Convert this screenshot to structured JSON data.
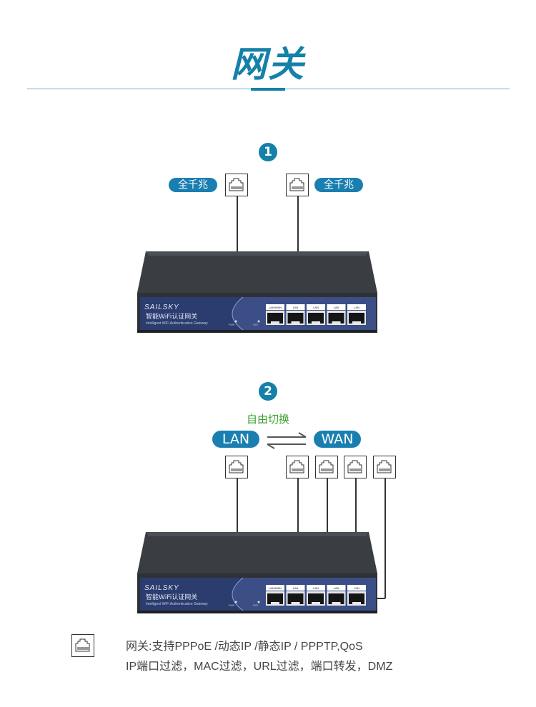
{
  "page_title": "网关",
  "section1": {
    "step": "1",
    "left_badge": "全千兆",
    "right_badge": "全千兆"
  },
  "section2": {
    "step": "2",
    "switch_label": "自由切换",
    "lan_badge": "LAN",
    "wan_badge": "WAN"
  },
  "device": {
    "brand": "SAILSKY",
    "name_cn": "智能WiFi认证网关",
    "name_en": "Intelligent WiFi Authentication Gateway",
    "port_labels": [
      "LAN/WAN",
      "LAN",
      "LAN",
      "LAN",
      "LAN"
    ],
    "indicators": [
      "PWR",
      "SYS"
    ]
  },
  "description": {
    "line1": "网关:支持PPPoE /动态IP /静态IP / PPPTP,QoS",
    "line2": "IP端口过滤，MAC过滤，URL过滤，端口转发，DMZ"
  },
  "colors": {
    "accent": "#1581a8",
    "badge": "#1a7fb0",
    "switch_text": "#3aa231",
    "device_body": "#2e3136",
    "device_panel": "#3b4f86"
  },
  "icons": {
    "port": "ethernet-port-icon",
    "arrows": "swap-arrows-icon"
  }
}
